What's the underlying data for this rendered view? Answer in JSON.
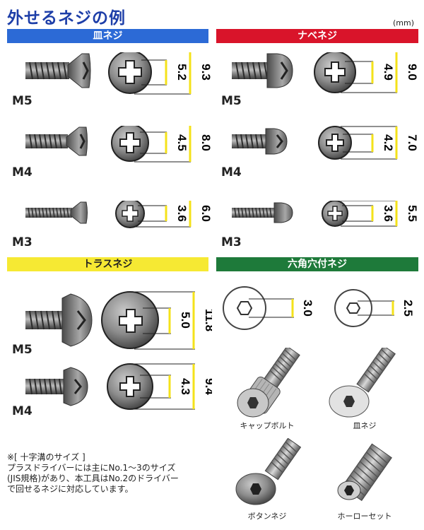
{
  "title": "外せるネジの例",
  "unit": "(mm)",
  "sections": {
    "sara": "皿ネジ",
    "nabe": "ナベネジ",
    "truss": "トラスネジ",
    "hex": "六角穴付ネジ"
  },
  "sizes": {
    "sara_m5": "M5",
    "sara_m4": "M4",
    "sara_m3": "M3",
    "nabe_m5": "M5",
    "nabe_m4": "M4",
    "nabe_m3": "M3",
    "truss_m5": "M5",
    "truss_m4": "M4"
  },
  "dims": {
    "sara_m5_inner": "5.2",
    "sara_m5_outer": "9.3",
    "sara_m4_inner": "4.5",
    "sara_m4_outer": "8.0",
    "sara_m3_inner": "3.6",
    "sara_m3_outer": "6.0",
    "nabe_m5_inner": "4.9",
    "nabe_m5_outer": "9.0",
    "nabe_m4_inner": "4.2",
    "nabe_m4_outer": "7.0",
    "nabe_m3_inner": "3.6",
    "nabe_m3_outer": "5.5",
    "truss_m5_inner": "5.0",
    "truss_m5_outer": "11.8",
    "truss_m4_inner": "4.3",
    "truss_m4_outer": "9.4",
    "hex_a": "3.0",
    "hex_b": "2.5"
  },
  "captions": {
    "cap_bolt": "キャップボルト",
    "sara_neji": "皿ネジ",
    "button_neji": "ボタンネジ",
    "hollow_set": "ホーローセット"
  },
  "note": {
    "line1": "※[ 十字溝のサイズ ]",
    "line2": "プラスドライバーには主にNo.1〜3のサイズ",
    "line3": "(JIS規格)があり、本工具はNo.2のドライバー",
    "line4": "で回せるネジに対応しています。"
  },
  "colors": {
    "title": "#1d3ea8",
    "sara_bar": "#2c6ad6",
    "nabe_bar": "#d9142a",
    "truss_bar": "#f6e933",
    "hex_bar": "#1e7a3a",
    "dimension": "#f4e21a"
  }
}
